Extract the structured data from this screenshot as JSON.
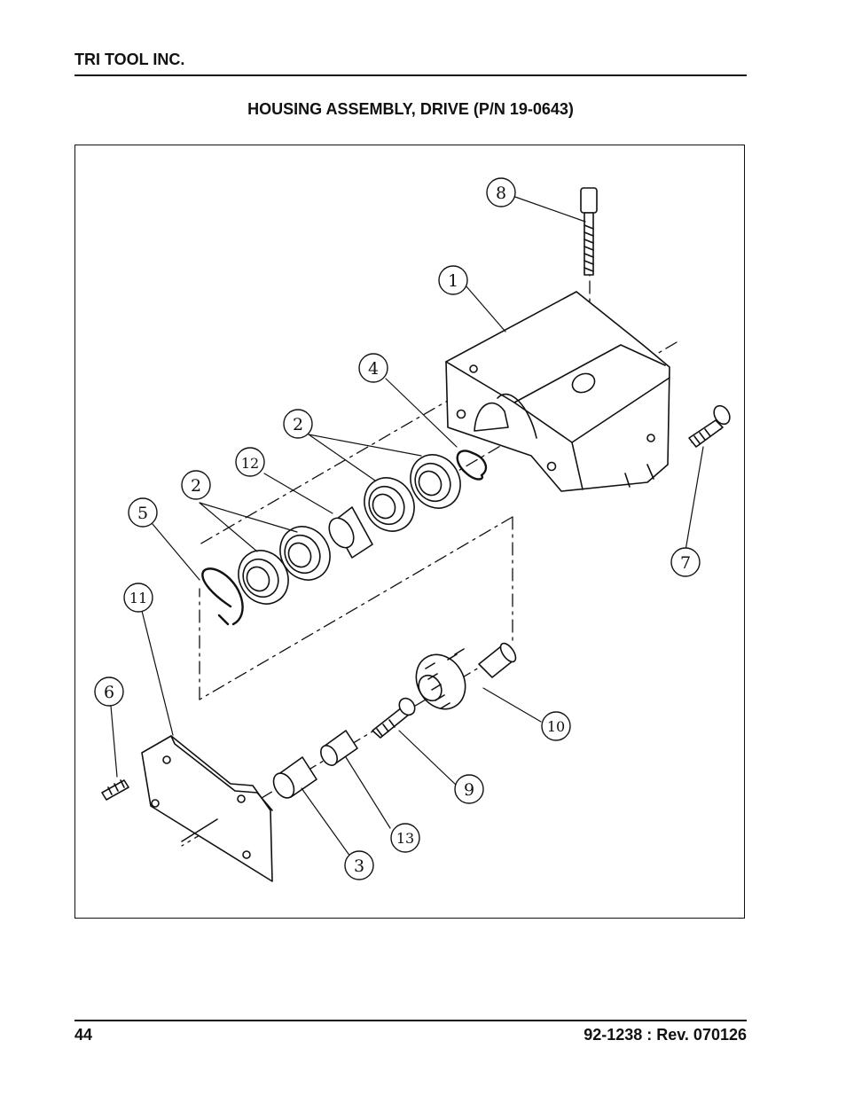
{
  "header": {
    "company": "TRI TOOL INC.",
    "title": "HOUSING ASSEMBLY, DRIVE (P/N 19-0643)"
  },
  "footer": {
    "page_number": "44",
    "document_ref": "92-1238 : Rev. 070126"
  },
  "callouts": [
    "1",
    "2",
    "2",
    "3",
    "4",
    "5",
    "6",
    "7",
    "8",
    "9",
    "10",
    "11",
    "12",
    "13"
  ]
}
